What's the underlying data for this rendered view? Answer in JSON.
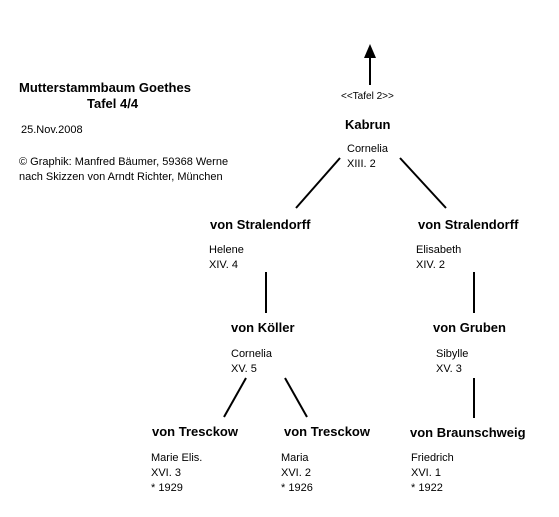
{
  "header": {
    "title_line1": "Mutterstammbaum Goethes",
    "title_line2": "Tafel 4/4",
    "date": "25.Nov.2008",
    "credit_line1": "© Graphik:  Manfred Bäumer, 59368 Werne",
    "credit_line2": "nach Skizzen von Arndt Richter, München"
  },
  "link": {
    "label": "<<Tafel 2>>"
  },
  "nodes": {
    "kabrun": {
      "family": "Kabrun",
      "name": "Cornelia",
      "gen": "XIII. 2"
    },
    "stral_left": {
      "family": "von Stralendorff",
      "name": "Helene",
      "gen": "XIV. 4"
    },
    "stral_right": {
      "family": "von Stralendorff",
      "name": "Elisabeth",
      "gen": "XIV. 2"
    },
    "koeller": {
      "family": "von Köller",
      "name": "Cornelia",
      "gen": "XV. 5"
    },
    "gruben": {
      "family": "von Gruben",
      "name": "Sibylle",
      "gen": "XV. 3"
    },
    "tresckow1": {
      "family": "von Tresckow",
      "name": "Marie Elis.",
      "gen": "XVI. 3",
      "born": "* 1929"
    },
    "tresckow2": {
      "family": "von Tresckow",
      "name": "Maria",
      "gen": "XVI. 2",
      "born": "* 1926"
    },
    "braunschweig": {
      "family": "von Braunschweig",
      "name": "Friedrich",
      "gen": "XVI. 1",
      "born": "* 1922"
    }
  }
}
